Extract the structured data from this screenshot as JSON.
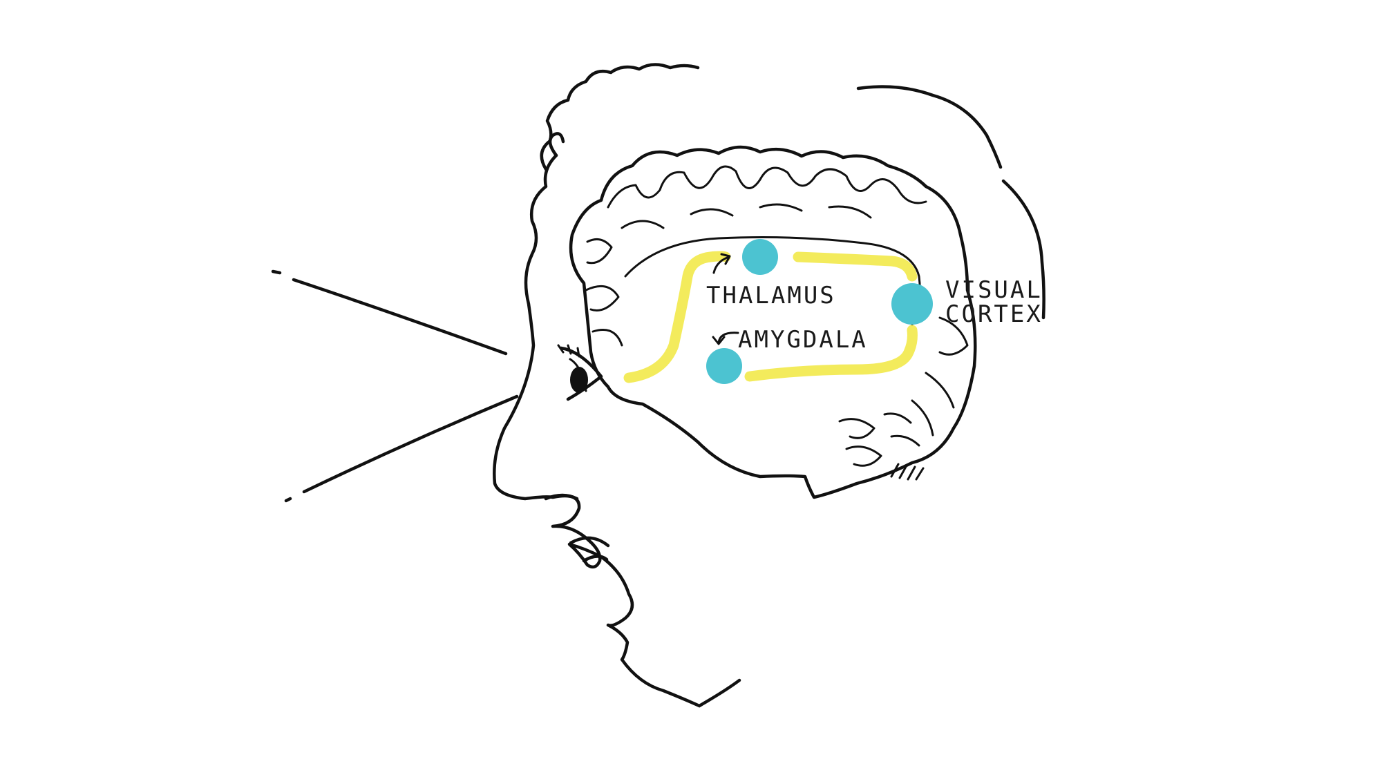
{
  "colors": {
    "ink": "#111111",
    "pathway": "#f2e94e",
    "node": "#4cc3d1",
    "background": "#ffffff"
  },
  "labels": {
    "thalamus": "THALAMUS",
    "amygdala": "AMYGDALA",
    "visual_cortex_line1": "VISUAL",
    "visual_cortex_line2": "CORTEX"
  },
  "icons": {
    "thalamus_arrow": "curved-arrow-icon",
    "amygdala_arrow": "curved-arrow-icon"
  }
}
